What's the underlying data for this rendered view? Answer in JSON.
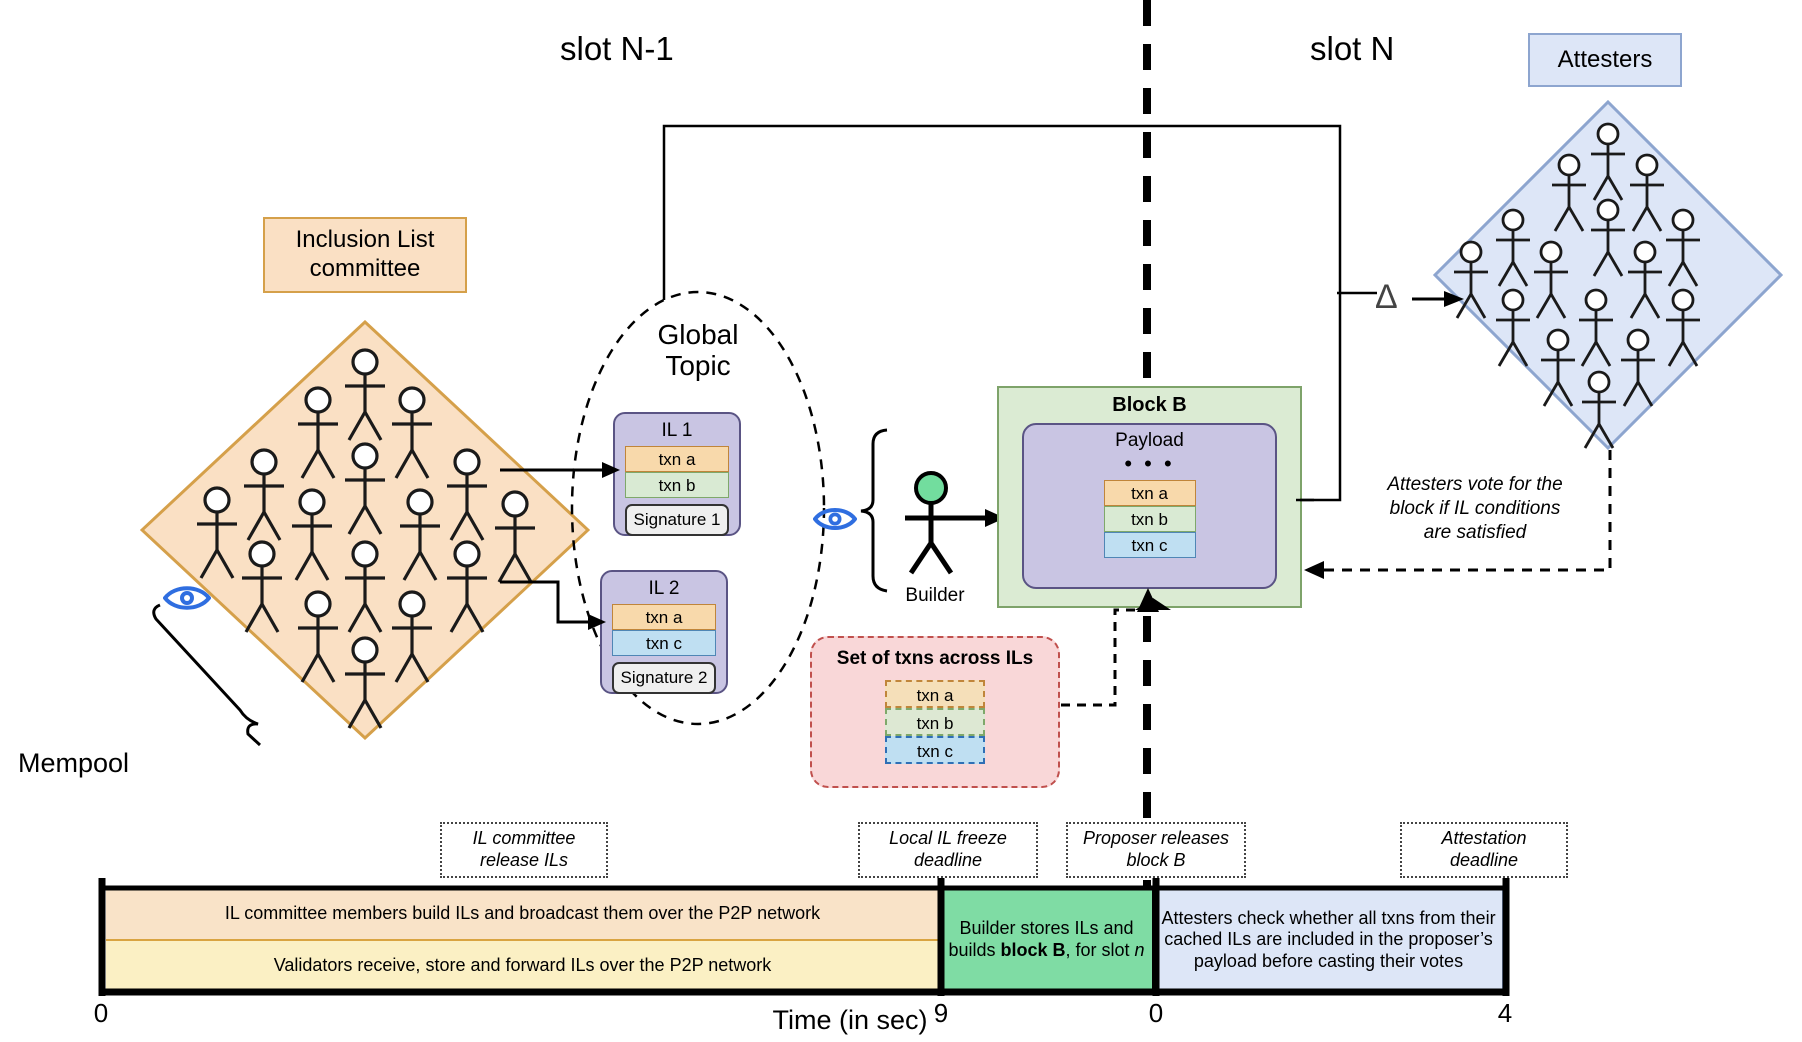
{
  "diagram": {
    "slots": {
      "left": "slot N-1",
      "right": "slot N"
    },
    "committee_box": {
      "line1": "Inclusion List",
      "line2": "committee"
    },
    "mempool_label": "Mempool",
    "global_topic": {
      "line1": "Global",
      "line2": "Topic"
    },
    "attesters_box": "Attesters",
    "delta_symbol": "Δ",
    "builder_label": "Builder",
    "attesters_note": "Attesters vote for the block if IL conditions are satisfied",
    "inclusion_lists": [
      {
        "title": "IL 1",
        "txns": [
          {
            "label": "txn a",
            "cls": "txn-a"
          },
          {
            "label": "txn b",
            "cls": "txn-b"
          }
        ],
        "signature": "Signature 1"
      },
      {
        "title": "IL 2",
        "txns": [
          {
            "label": "txn a",
            "cls": "txn-a"
          },
          {
            "label": "txn c",
            "cls": "txn-c"
          }
        ],
        "signature": "Signature 2"
      }
    ],
    "block": {
      "title": "Block B",
      "payload_title": "Payload",
      "ellipsis": "• • •",
      "txns": [
        {
          "label": "txn a",
          "cls": "txn-a"
        },
        {
          "label": "txn b",
          "cls": "txn-b"
        },
        {
          "label": "txn c",
          "cls": "txn-c"
        }
      ]
    },
    "set_of_txns": {
      "title": "Set of txns across ILs",
      "txns": [
        {
          "label": "txn a",
          "cls": "txn-da"
        },
        {
          "label": "txn b",
          "cls": "txn-db"
        },
        {
          "label": "txn c",
          "cls": "txn-dc"
        }
      ]
    },
    "colors": {
      "committee_fill": "#fae0c4",
      "committee_stroke": "#d5a04a",
      "attesters_fill": "#dde6f7",
      "attesters_stroke": "#8da5cf",
      "block_fill": "#dbebd3",
      "payload_fill": "#c9c5e3",
      "set_fill": "#f9d7d8",
      "txn_a": "#f8d9ab",
      "txn_b": "#d9ead3",
      "txn_c": "#bfdff2",
      "builder_head": "#72dd9e",
      "eye_icon": "#2f6ee0"
    }
  },
  "timeline": {
    "notes": [
      {
        "line1": "IL committee",
        "line2": "release ILs"
      },
      {
        "line1": "Local IL freeze",
        "line2": "deadline"
      },
      {
        "line1": "Proposer releases",
        "line2": "block B"
      },
      {
        "line1": "Attestation",
        "line2": "deadline"
      }
    ],
    "bars": {
      "committee": "IL committee members build ILs and broadcast them over the P2P network",
      "validators": "Validators receive, store and forward ILs over the P2P network",
      "builder_pre": "Builder stores ILs and builds ",
      "builder_bold": "block B",
      "builder_mid": ", for slot ",
      "builder_italic": "n",
      "attesters": "Attesters check whether all txns from their cached ILs are included in the proposer’s payload before casting their votes"
    },
    "ticks": [
      "0",
      "9",
      "0",
      "4"
    ],
    "axis_title": "Time (in sec)"
  }
}
